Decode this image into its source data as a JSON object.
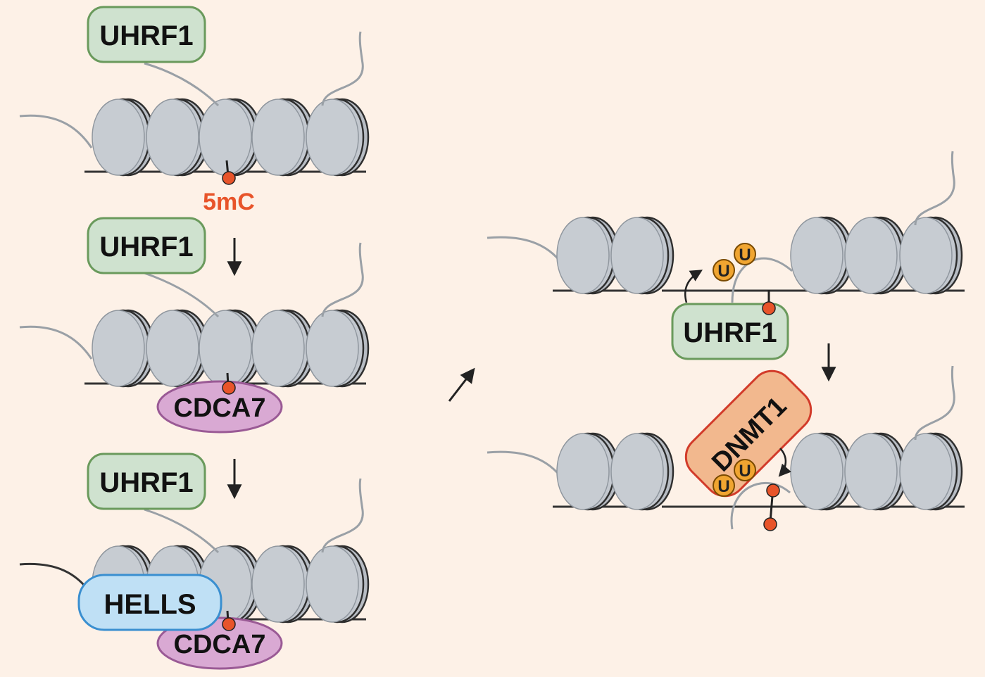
{
  "labels": {
    "uhrf1": "UHRF1",
    "five_mc": "5mC",
    "cdca7": "CDCA7",
    "hells": "HELLS",
    "dnmt1": "DNMT1",
    "ubiquitin": "U"
  },
  "colors": {
    "background": "#fdf1e7",
    "nucleosome_fill": "#c3c8cf",
    "nucleosome_dark": "#8f969e",
    "dna_line": "#333333",
    "tail_line": "#9aa0a6",
    "uhrf1_fill": "#cfe2cf",
    "uhrf1_stroke": "#6a9a5c",
    "cdca7_fill": "#d9a9d3",
    "cdca7_stroke": "#9a5a95",
    "hells_fill": "#bfe0f5",
    "hells_stroke": "#3a8fd0",
    "dnmt1_fill": "#f2b88e",
    "dnmt1_stroke": "#d23b2a",
    "methyl_dot": "#e8542a",
    "five_mc_text": "#e8542a",
    "ubiquitin_fill": "#f0a531",
    "ubiquitin_stroke": "#7a4a00"
  },
  "icons": [
    "arrow-down",
    "arrow-diagonal",
    "curved-arrow"
  ]
}
